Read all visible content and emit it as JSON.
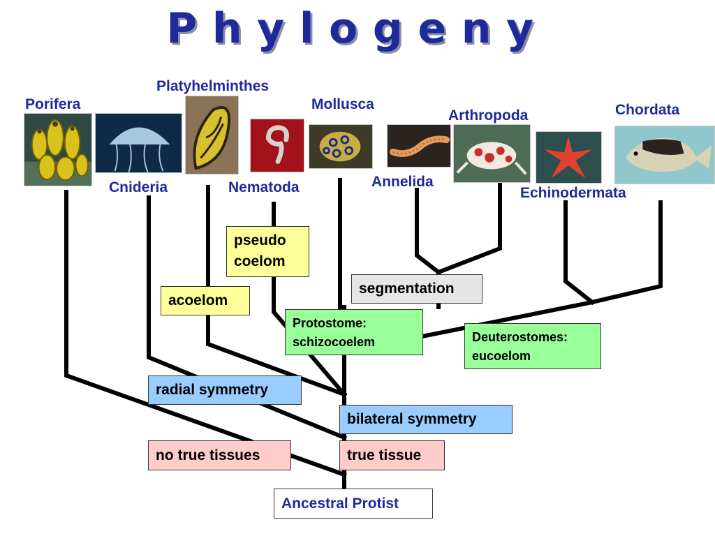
{
  "title": "Phylogeny",
  "taxa": {
    "porifera": "Porifera",
    "cnideria": "Cnideria",
    "platyhelminthes": "Platyhelminthes",
    "nematoda": "Nematoda",
    "mollusca": "Mollusca",
    "annelida": "Annelida",
    "arthropoda": "Arthropoda",
    "echinodermata": "Echinodermata",
    "chordata": "Chordata"
  },
  "traits": {
    "pseudo_line1": "pseudo",
    "pseudo_line2": "coelom",
    "acoelom": "acoelom",
    "segmentation": "segmentation",
    "protostome_line1": "Protostome:",
    "protostome_line2": "schizocoelem",
    "deuterostome_line1": "Deuterostomes:",
    "deuterostome_line2": "eucoelom",
    "radial": "radial symmetry",
    "bilateral": "bilateral symmetry",
    "no_true_tissues": "no true tissues",
    "true_tissue": "true tissue",
    "ancestor": "Ancestral Protist"
  },
  "colors": {
    "title": "#1f2a9a",
    "taxon_label": "#1f2a9a",
    "yellow_box": "#ffff99",
    "gray_box": "#e6e6e6",
    "green_box": "#99ff99",
    "blue_box": "#99ccff",
    "pink_box": "#ffcccc",
    "tree_line": "#000000"
  }
}
